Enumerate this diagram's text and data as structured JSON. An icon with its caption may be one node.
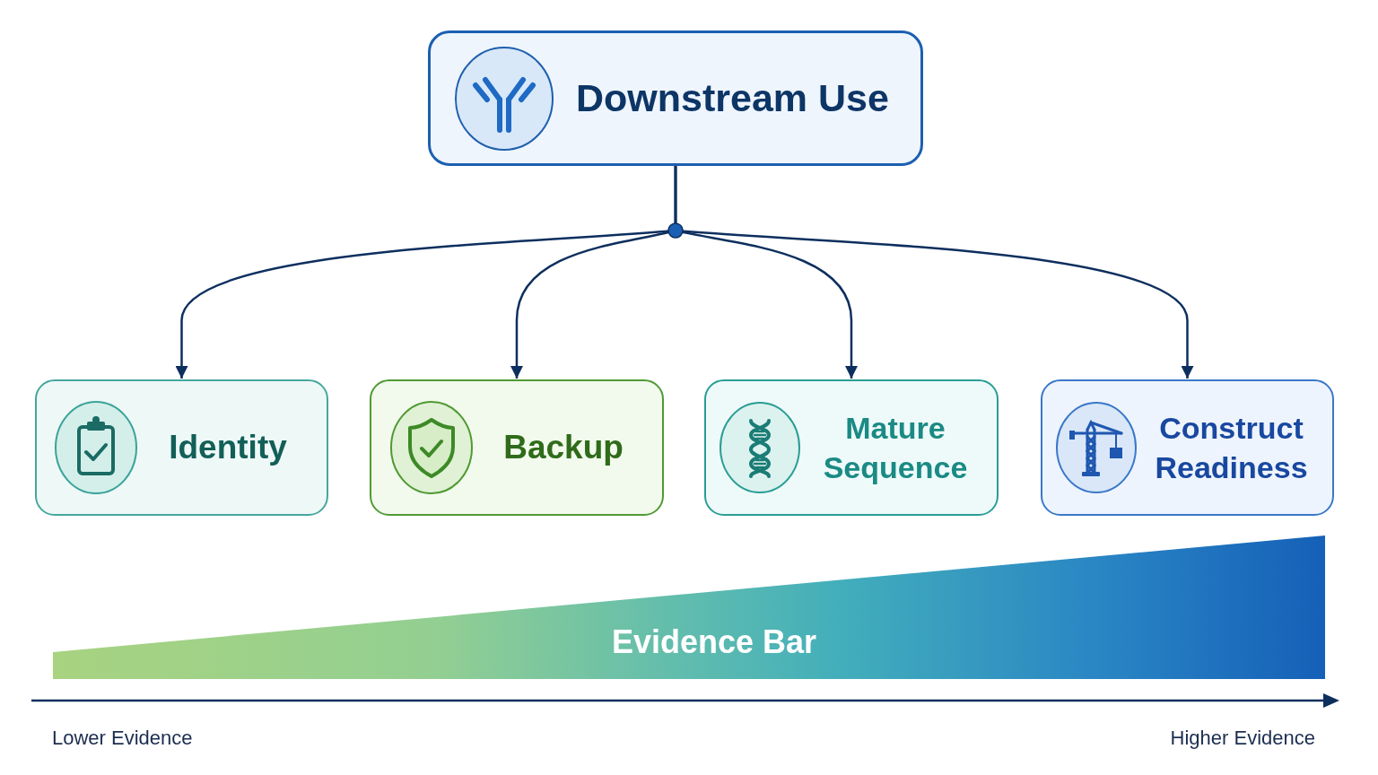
{
  "diagram": {
    "nodes": [
      {
        "text": [
          "Downstream Use"
        ]
      },
      {
        "text": [
          "Identity"
        ]
      },
      {
        "text": [
          "Backup"
        ]
      },
      {
        "text": [
          "Mature Sequence"
        ]
      },
      {
        "text": [
          "Construct Readiness"
        ]
      },
      {
        "text": [
          "Evidence Bar"
        ]
      }
    ],
    "edges": [
      {
        "from": 0,
        "to": 1,
        "arrow": "to"
      },
      {
        "from": 0,
        "to": 2,
        "arrow": "to"
      },
      {
        "from": 0,
        "to": 3,
        "arrow": "to"
      },
      {
        "from": 0,
        "to": 4,
        "arrow": "to"
      }
    ],
    "labels": [
      "Lower Evidence",
      "Higher Evidence"
    ]
  }
}
